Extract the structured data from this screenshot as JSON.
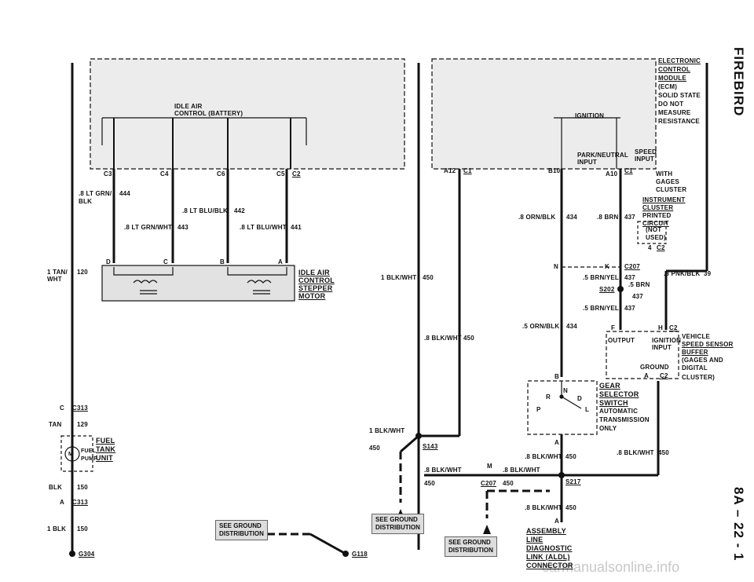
{
  "side_title": "FIREBIRD",
  "page_number": "8A – 22 - 1",
  "watermark": "carmanualsonline.info",
  "ecm": {
    "title": [
      "ELECTRONIC",
      "CONTROL",
      "MODULE",
      "(ECM)"
    ],
    "note": [
      "SOLID STATE",
      "DO NOT",
      "MEASURE",
      "RESISTANCE"
    ],
    "idle_air_label": "IDLE AIR",
    "idle_air_label2": "CONTROL (BATTERY)",
    "ignition": "IGNITION",
    "park_neutral": "PARK/NEUTRAL",
    "input": "INPUT",
    "speed": "SPEED",
    "speed_input": "INPUT"
  },
  "connectors": {
    "c3": "C3",
    "c4": "C4",
    "c6": "C6",
    "c5": "C5",
    "c2": "C2",
    "a12": "A12",
    "c1": "C1",
    "b10": "B10",
    "a10": "A10",
    "c1b": "C1"
  },
  "wires": {
    "w444": ".8 LT GRN/",
    "w444b": "BLK",
    "w444n": "444",
    "w443": ".8 LT GRN/WHT",
    "w443n": "443",
    "w442": ".8 LT BLU/BLK",
    "w442n": "442",
    "w441": ".8 LT BLU/WHT",
    "w441n": "441",
    "w120a": "1 TAN/",
    "w120b": "WHT",
    "w120n": "120",
    "w450a": "1 BLK/WHT",
    "w450an": "450",
    "w450b": ".8 BLK/WHT",
    "w450bn": "450",
    "w434a": ".8 ORN/BLK",
    "w434an": "434",
    "w437": ".8 BRN",
    "w437n": "437",
    "w434b": ".5 ORN/BLK",
    "w434bn": "434",
    "w437b": ".5 BRN/YEL",
    "w437bn": "437",
    "w437c": ".5 BRN",
    "w437cn": "437",
    "w437d": ".5 BRN/YEL",
    "w437dn": "437",
    "w39": ".8 PNK/BLK",
    "w39n": "39",
    "w129": "TAN",
    "w129n": "129",
    "w150a": "BLK",
    "w150an": "150",
    "w150b": "1 BLK",
    "w150bn": "150",
    "w450c": "1 BLK/WHT",
    "w450cn": "450",
    "w450d": ".8 BLK/WHT",
    "w450e": ".8 BLK/WHT",
    "w450f": ".8 BLK/WHT",
    "w450fn": "450",
    "w450g": ".8 BLK/WHT",
    "w450gn": "450",
    "w450h": ".8 BLK/WHT",
    "w450hn": "450",
    "n450a": "450",
    "n450b": "450",
    "n450c": "450"
  },
  "idle_air_motor": [
    "IDLE AIR",
    "CONTROL",
    "STEPPER",
    "MOTOR"
  ],
  "motor_pins": [
    "D",
    "C",
    "B",
    "A"
  ],
  "cluster": {
    "with": "WITH",
    "gages": "GAGES",
    "cluster": "CLUSTER",
    "inst": "INSTRUMENT",
    "cluster2": "CLUSTER",
    "printed": "PRINTED",
    "circuit": "CIRCUIT",
    "not_used": "(NOT",
    "not_used2": "USED)",
    "pin4": "4",
    "c2": "C2"
  },
  "splices": {
    "c207": "C207",
    "k": "K",
    "s202": "S202",
    "n": "N",
    "s143": "S143",
    "s217": "S217",
    "c207b": "C207",
    "m": "M",
    "c313a": "C313",
    "c313b": "C313",
    "c": "C",
    "a": "A",
    "g304": "G304",
    "g118": "G118"
  },
  "vss_buffer": {
    "output": "OUTPUT",
    "ignition": "IGNITION",
    "input": "INPUT",
    "ground": "GROUND",
    "f": "F",
    "h": "H",
    "a": "A",
    "c2": "C2",
    "c2b": "C2",
    "title": [
      "VEHICLE",
      "SPEED SENSOR",
      "BUFFER",
      "(GAGES AND",
      "DIGITAL",
      "CLUSTER)"
    ]
  },
  "gear_switch": {
    "title": [
      "GEAR",
      "SELECTOR",
      "SWITCH"
    ],
    "note": [
      "AUTOMATIC",
      "TRANSMISSION",
      "ONLY"
    ],
    "positions": [
      "R",
      "N",
      "D",
      "P",
      "L"
    ],
    "b": "B",
    "a": "A"
  },
  "fuel_pump": {
    "label": [
      "FUEL",
      "PUMP"
    ],
    "tank": [
      "FUEL",
      "TANK",
      "UNIT"
    ],
    "m": "M"
  },
  "aldl": {
    "title": [
      "ASSEMBLY",
      "LINE",
      "DIAGNOSTIC",
      "LINK (ALDL)",
      "CONNECTOR"
    ],
    "a": "A"
  },
  "ground_boxes": [
    [
      "SEE GROUND",
      "DISTRIBUTION"
    ],
    [
      "SEE GROUND",
      "DISTRIBUTION"
    ],
    [
      "SEE GROUND",
      "DISTRIBUTION"
    ]
  ]
}
